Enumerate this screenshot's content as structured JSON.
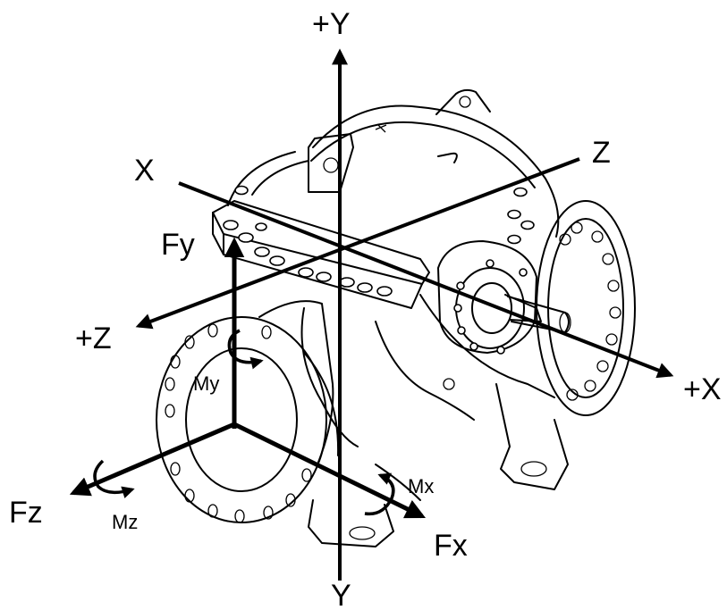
{
  "diagram": {
    "labels": {
      "plus_y": "+Y",
      "y": "Y",
      "x": "X",
      "z": "Z",
      "plus_z": "+Z",
      "plus_x": "+X",
      "fy": "Fy",
      "my": "My",
      "fz": "Fz",
      "mz": "Mz",
      "mx": "Mx",
      "fx": "Fx"
    }
  }
}
